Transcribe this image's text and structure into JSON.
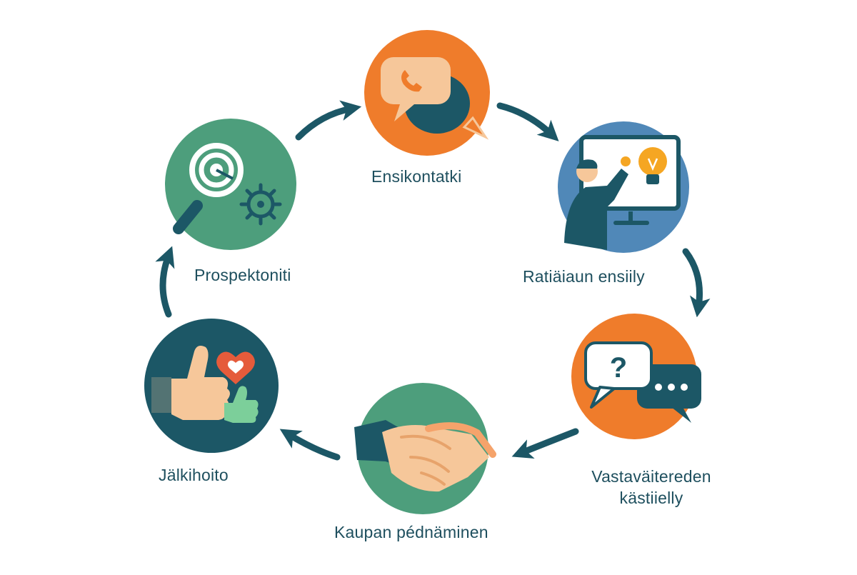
{
  "colors": {
    "teal_dark": "#1c5766",
    "green": "#4d9e7c",
    "orange": "#ef7c2b",
    "blue": "#5088b8",
    "peach": "#f6c79a",
    "light_green": "#7ccf9a",
    "red_heart": "#e55b3b",
    "label_text": "#1e4f5e"
  },
  "steps": [
    {
      "label": "Prospektoniti",
      "icon": "target-magnifier-icon"
    },
    {
      "label": "Ensikontatki",
      "icon": "phone-speech-bubble-icon"
    },
    {
      "label": "Ratiäiaun ensiily",
      "icon": "presentation-lightbulb-icon"
    },
    {
      "label_line1": "Vastaväitereden",
      "label_line2": "kästiielly",
      "icon": "question-speech-bubbles-icon"
    },
    {
      "label": "Kaupan pédnäminen",
      "icon": "handshake-icon"
    },
    {
      "label": "Jälkihoito",
      "icon": "thumbs-up-heart-icon"
    }
  ]
}
